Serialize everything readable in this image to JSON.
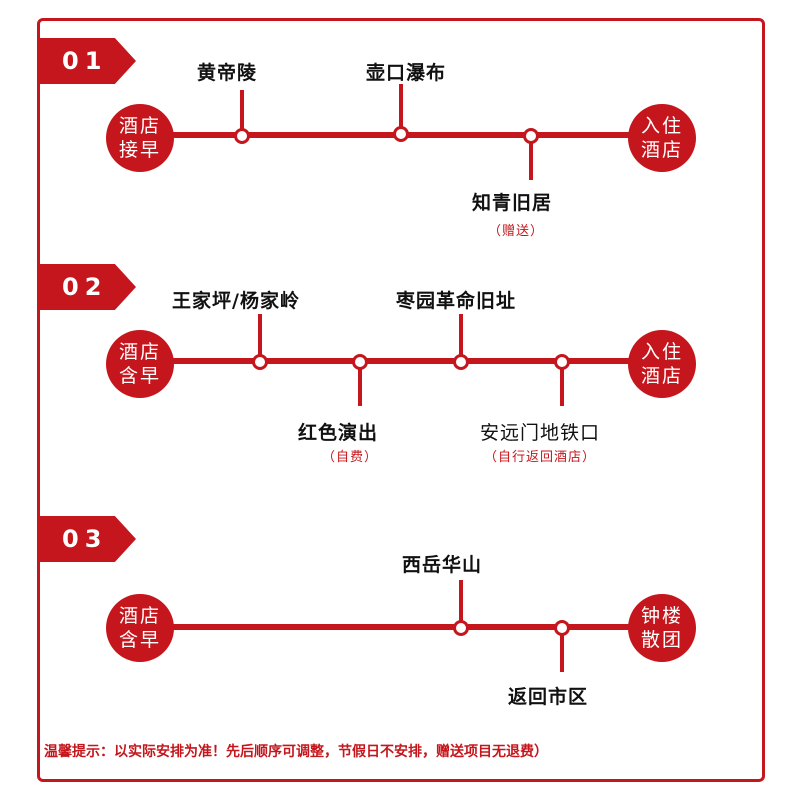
{
  "routes": [
    {
      "tag": "01",
      "start": [
        "酒店",
        "接早"
      ],
      "end": [
        "入住",
        "酒店"
      ],
      "stops_top": [
        {
          "label": "黄帝陵"
        },
        {
          "label": "壶口瀑布"
        }
      ],
      "stops_bottom": [
        {
          "label": "知青旧居",
          "note": "（赠送）"
        }
      ]
    },
    {
      "tag": "02",
      "start": [
        "酒店",
        "含早"
      ],
      "end": [
        "入住",
        "酒店"
      ],
      "stops_top": [
        {
          "label": "王家坪/杨家岭"
        },
        {
          "label": "枣园革命旧址"
        }
      ],
      "stops_bottom": [
        {
          "label": "红色演出",
          "note": "（自费）"
        },
        {
          "label": "安远门地铁口",
          "note": "（自行返回酒店）"
        }
      ]
    },
    {
      "tag": "03",
      "start": [
        "酒店",
        "含早"
      ],
      "end": [
        "钟楼",
        "散团"
      ],
      "stops_top": [
        {
          "label": "西岳华山"
        }
      ],
      "stops_bottom": [
        {
          "label": "返回市区"
        }
      ]
    }
  ],
  "tip": "温馨提示：以实际安排为准！先后顺序可调整，节假日不安排，赠送项目无退费）",
  "colors": {
    "accent": "#c4161c",
    "background": "#ffffff",
    "text": "#111111"
  }
}
